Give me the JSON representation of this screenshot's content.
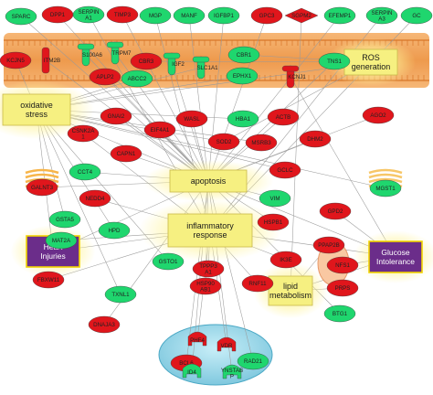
{
  "colors": {
    "upregulated": "#e0161c",
    "downregulated": "#1fd66e",
    "membrane": "#f2a35e",
    "membrane_line": "#d97b2c",
    "process_fill": "#f6f081",
    "process_glow": "#fff8a0",
    "outcome_fill": "#6b2d8a",
    "nucleus": "#8fd3e8",
    "edge": "#9a9a9a"
  },
  "membrane_genes": {
    "top": [
      {
        "id": "SPARC",
        "label": "SPARC",
        "status": "down"
      },
      {
        "id": "DPP1",
        "label": "DPP1",
        "status": "up"
      },
      {
        "id": "SERPINA1",
        "label": "SERPIN A1",
        "status": "down"
      },
      {
        "id": "TIMP3",
        "label": "TIMP3",
        "status": "up"
      },
      {
        "id": "MGP",
        "label": "MGP",
        "status": "down"
      },
      {
        "id": "MANF",
        "label": "MANF",
        "status": "down"
      },
      {
        "id": "IGFBP1",
        "label": "IGFBP1",
        "status": "down"
      },
      {
        "id": "GPC3",
        "label": "GPC3",
        "status": "up"
      },
      {
        "id": "SGPM2",
        "label": "SGPM2",
        "status": "up"
      },
      {
        "id": "EFEMP1",
        "label": "EFEMP1",
        "status": "down"
      },
      {
        "id": "SERPINA3",
        "label": "SERPIN A3",
        "status": "down"
      },
      {
        "id": "GC",
        "label": "GC",
        "status": "down"
      }
    ],
    "in_membrane": [
      {
        "id": "KCJN5",
        "label": "KCJN5",
        "status": "up"
      },
      {
        "id": "ITM2B",
        "label": "ITM2B",
        "status": "up"
      },
      {
        "id": "S100A6",
        "label": "S100A6",
        "status": "down"
      },
      {
        "id": "TRPM7",
        "label": "TRPM7",
        "status": "down"
      },
      {
        "id": "CBR3",
        "label": "CBR3",
        "status": "up"
      },
      {
        "id": "APLP2",
        "label": "APLP2",
        "status": "up"
      },
      {
        "id": "ABCC2",
        "label": "ABCC2",
        "status": "down"
      },
      {
        "id": "IGF2",
        "label": "IGF2",
        "status": "down"
      },
      {
        "id": "SLC1A1",
        "label": "SLC1A1",
        "status": "down"
      },
      {
        "id": "CBR1",
        "label": "CBR1",
        "status": "down"
      },
      {
        "id": "EPHX1",
        "label": "EPHX1",
        "status": "down"
      },
      {
        "id": "KCNJ1",
        "label": "KCNJ1",
        "status": "up"
      },
      {
        "id": "TNS1",
        "label": "TNS1",
        "status": "down"
      }
    ]
  },
  "cytoplasm_genes": [
    {
      "id": "GNAI2",
      "label": "GNAI2",
      "status": "up"
    },
    {
      "id": "CSNK2A1",
      "label": "CSNK2A 1",
      "status": "up"
    },
    {
      "id": "EIF4A1",
      "label": "EIF4A1",
      "status": "up"
    },
    {
      "id": "WASL",
      "label": "WASL",
      "status": "up"
    },
    {
      "id": "HBA1",
      "label": "HBA1",
      "status": "down"
    },
    {
      "id": "ACTB",
      "label": "ACTB",
      "status": "up"
    },
    {
      "id": "AGO2",
      "label": "AGO2",
      "status": "up"
    },
    {
      "id": "CAPN1",
      "label": "CAPN1",
      "status": "up"
    },
    {
      "id": "SOD2",
      "label": "SOD2",
      "status": "up"
    },
    {
      "id": "MSRB3",
      "label": "MSRB3",
      "status": "up"
    },
    {
      "id": "CCT4",
      "label": "CCT4",
      "status": "down"
    },
    {
      "id": "DHM2",
      "label": "DHM2",
      "status": "up"
    },
    {
      "id": "GCLC",
      "label": "GCLC",
      "status": "up"
    },
    {
      "id": "NEDD4",
      "label": "NEDD4",
      "status": "up"
    },
    {
      "id": "VIM",
      "label": "VIM",
      "status": "down"
    },
    {
      "id": "GSTA5",
      "label": "GSTA5",
      "status": "down"
    },
    {
      "id": "HPD",
      "label": "HPD",
      "status": "down"
    },
    {
      "id": "GPD2",
      "label": "GPD2",
      "status": "up"
    },
    {
      "id": "HSPB1",
      "label": "HSPB1",
      "status": "up"
    },
    {
      "id": "MAT2A",
      "label": "MAT2A",
      "status": "down"
    },
    {
      "id": "GSTO1",
      "label": "GSTO1",
      "status": "down"
    },
    {
      "id": "TPPP3A1",
      "label": "TPPP3 A1",
      "status": "up"
    },
    {
      "id": "FBXW11",
      "label": "FBXW11",
      "status": "up"
    },
    {
      "id": "IK3E",
      "label": "IK3E",
      "status": "up"
    },
    {
      "id": "RNF11",
      "label": "RNF11",
      "status": "up"
    },
    {
      "id": "PRPS",
      "label": "PRPS",
      "status": "up"
    },
    {
      "id": "TXNL1",
      "label": "TXNL1",
      "status": "down"
    },
    {
      "id": "HSP90AB1",
      "label": "HSP90 AB1",
      "status": "up"
    },
    {
      "id": "BTG1",
      "label": "BTG1",
      "status": "down"
    },
    {
      "id": "DNAJA3",
      "label": "DNAJA3",
      "status": "up"
    }
  ],
  "organelle_genes": [
    {
      "id": "GALNT3",
      "label": "GALNT3",
      "status": "up"
    },
    {
      "id": "MGST1",
      "label": "MGST1",
      "status": "down"
    },
    {
      "id": "PPAP2B",
      "label": "PPAP2B",
      "status": "up"
    },
    {
      "id": "NFS1",
      "label": "NFS1",
      "status": "up"
    }
  ],
  "nucleus_genes": [
    {
      "id": "BCL6",
      "label": "BCL6",
      "status": "up"
    },
    {
      "id": "PHF4",
      "label": "PHF4",
      "status": "up"
    },
    {
      "id": "VDR",
      "label": "VDR",
      "status": "up"
    },
    {
      "id": "ID4",
      "label": "ID4",
      "status": "down"
    },
    {
      "id": "YNSTAB",
      "label": "YNSTAB P",
      "status": "down"
    },
    {
      "id": "RAD21",
      "label": "RAD21",
      "status": "down"
    }
  ],
  "processes": [
    {
      "id": "ros",
      "label_lines": [
        "ROS",
        "generation"
      ]
    },
    {
      "id": "oxidative",
      "label_lines": [
        "oxidative",
        "stress"
      ]
    },
    {
      "id": "apoptosis",
      "label_lines": [
        "apoptosis"
      ]
    },
    {
      "id": "inflammatory",
      "label_lines": [
        "inflammatory",
        "response"
      ]
    },
    {
      "id": "lipid",
      "label_lines": [
        "lipid",
        "metabolism"
      ]
    }
  ],
  "outcomes": [
    {
      "id": "heart",
      "label_lines": [
        "Heart",
        "Injuries"
      ]
    },
    {
      "id": "glucose",
      "label_lines": [
        "Glucose",
        "Intolerance"
      ]
    }
  ],
  "edges": [
    [
      "SPARC",
      "apoptosis"
    ],
    [
      "DPP1",
      "apoptosis"
    ],
    [
      "SERPINA1",
      "inflammatory"
    ],
    [
      "TIMP3",
      "apoptosis"
    ],
    [
      "MGP",
      "inflammatory"
    ],
    [
      "MANF",
      "apoptosis"
    ],
    [
      "IGFBP1",
      "apoptosis"
    ],
    [
      "GPC3",
      "apoptosis"
    ],
    [
      "SGPM2",
      "lipid"
    ],
    [
      "EFEMP1",
      "apoptosis"
    ],
    [
      "SERPINA3",
      "inflammatory"
    ],
    [
      "GC",
      "inflammatory"
    ],
    [
      "KCJN5",
      "oxidative"
    ],
    [
      "ITM2B",
      "apoptosis"
    ],
    [
      "S100A6",
      "apoptosis"
    ],
    [
      "TRPM7",
      "apoptosis"
    ],
    [
      "CBR3",
      "ros"
    ],
    [
      "APLP2",
      "apoptosis"
    ],
    [
      "ABCC2",
      "oxidative"
    ],
    [
      "IGF2",
      "apoptosis"
    ],
    [
      "SLC1A1",
      "oxidative"
    ],
    [
      "CBR1",
      "ros"
    ],
    [
      "EPHX1",
      "oxidative"
    ],
    [
      "KCNJ1",
      "glucose"
    ],
    [
      "TNS1",
      "apoptosis"
    ],
    [
      "GNAI2",
      "apoptosis"
    ],
    [
      "CSNK2A1",
      "inflammatory"
    ],
    [
      "EIF4A1",
      "apoptosis"
    ],
    [
      "WASL",
      "apoptosis"
    ],
    [
      "HBA1",
      "oxidative"
    ],
    [
      "ACTB",
      "apoptosis"
    ],
    [
      "AGO2",
      "apoptosis"
    ],
    [
      "CAPN1",
      "apoptosis"
    ],
    [
      "SOD2",
      "oxidative"
    ],
    [
      "SOD2",
      "ros"
    ],
    [
      "MSRB3",
      "oxidative"
    ],
    [
      "CCT4",
      "apoptosis"
    ],
    [
      "DHM2",
      "apoptosis"
    ],
    [
      "GCLC",
      "oxidative"
    ],
    [
      "NEDD4",
      "inflammatory"
    ],
    [
      "VIM",
      "apoptosis"
    ],
    [
      "GSTA5",
      "oxidative"
    ],
    [
      "HPD",
      "oxidative"
    ],
    [
      "GPD2",
      "glucose"
    ],
    [
      "HSPB1",
      "apoptosis"
    ],
    [
      "MAT2A",
      "inflammatory"
    ],
    [
      "GSTO1",
      "oxidative"
    ],
    [
      "TPPP3A1",
      "inflammatory"
    ],
    [
      "FBXW11",
      "inflammatory"
    ],
    [
      "IK3E",
      "inflammatory"
    ],
    [
      "RNF11",
      "inflammatory"
    ],
    [
      "PRPS",
      "lipid"
    ],
    [
      "TXNL1",
      "oxidative"
    ],
    [
      "HSP90AB1",
      "apoptosis"
    ],
    [
      "BTG1",
      "apoptosis"
    ],
    [
      "DNAJA3",
      "apoptosis"
    ],
    [
      "GALNT3",
      "apoptosis"
    ],
    [
      "MGST1",
      "oxidative"
    ],
    [
      "PPAP2B",
      "lipid"
    ],
    [
      "NFS1",
      "glucose"
    ],
    [
      "BCL6",
      "apoptosis"
    ],
    [
      "PHF4",
      "inflammatory"
    ],
    [
      "VDR",
      "inflammatory"
    ],
    [
      "ID4",
      "apoptosis"
    ],
    [
      "YNSTAB",
      "apoptosis"
    ],
    [
      "RAD21",
      "apoptosis"
    ],
    [
      "oxidative",
      "heart"
    ],
    [
      "apoptosis",
      "heart"
    ],
    [
      "inflammatory",
      "heart"
    ],
    [
      "apoptosis",
      "glucose"
    ],
    [
      "inflammatory",
      "glucose"
    ],
    [
      "lipid",
      "glucose"
    ],
    [
      "ros",
      "oxidative"
    ],
    [
      "oxidative",
      "apoptosis"
    ]
  ]
}
